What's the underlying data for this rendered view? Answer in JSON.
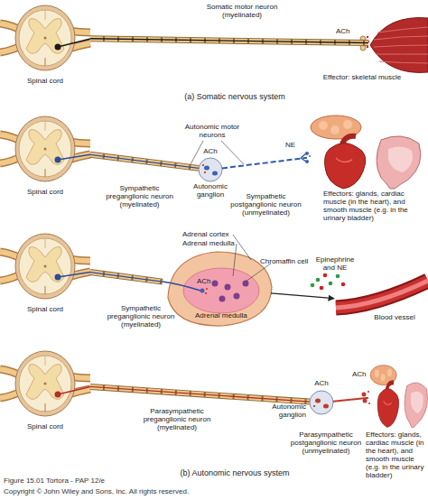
{
  "diagram": {
    "nodes": [
      {
        "text": [
          "Spinal cord"
        ]
      },
      {
        "text": [
          "Effector: skeletal muscle"
        ]
      },
      {
        "text": [
          "Spinal cord"
        ]
      },
      {
        "text": [
          "ACh",
          "Autonomic ganglion"
        ]
      },
      {
        "text": [
          "Effectors: glands, cardiac muscle (in the heart), and smooth muscle (e.g. in the urinary bladder)"
        ]
      },
      {
        "text": [
          "Spinal cord"
        ]
      },
      {
        "text": [
          "Adrenal cortex",
          "Adrenal medulla",
          "Chromaffin cell",
          "ACh",
          "Adrenal medulla"
        ]
      },
      {
        "text": [
          "Blood vessel"
        ]
      },
      {
        "text": [
          "Spinal cord"
        ]
      },
      {
        "text": [
          "ACh",
          "Autonomic ganglion"
        ]
      },
      {
        "text": [
          "Effectors: glands, cardiac muscle (in the heart), and smooth muscle (e.g. in the urinary bladder)"
        ]
      }
    ],
    "edges": [
      {
        "from": 0,
        "to": 1,
        "arrow": "none"
      },
      {
        "from": 2,
        "to": 3,
        "arrow": "none"
      },
      {
        "from": 3,
        "to": 4,
        "arrow": "none"
      },
      {
        "from": 5,
        "to": 6,
        "arrow": "none"
      },
      {
        "from": 6,
        "to": 7,
        "arrow": "to"
      },
      {
        "from": 8,
        "to": 9,
        "arrow": "none"
      },
      {
        "from": 9,
        "to": 10,
        "arrow": "none"
      }
    ],
    "labels": [
      "Somatic motor neuron (myelinated)",
      "ACh",
      "(a) Somatic nervous system",
      "Autonomic motor neurons",
      "NE",
      "Sympathetic preganglionic neuron (myelinated)",
      "Sympathetic postganglionic neuron (unmyelinated)",
      "Sympathetic preganglionic neuron (myelinated)",
      "Epinephrine and NE",
      "Parasympathetic preganglionic neuron (myelinated)",
      "Parasympathetic postganglionic neuron (unmyelinated)",
      "ACh",
      "(b) Autonomic nervous system",
      "Figure 15.01  Tortora - PAP 12/e",
      "Copyright © John Wiley and Sons, Inc. All rights reserved."
    ]
  }
}
